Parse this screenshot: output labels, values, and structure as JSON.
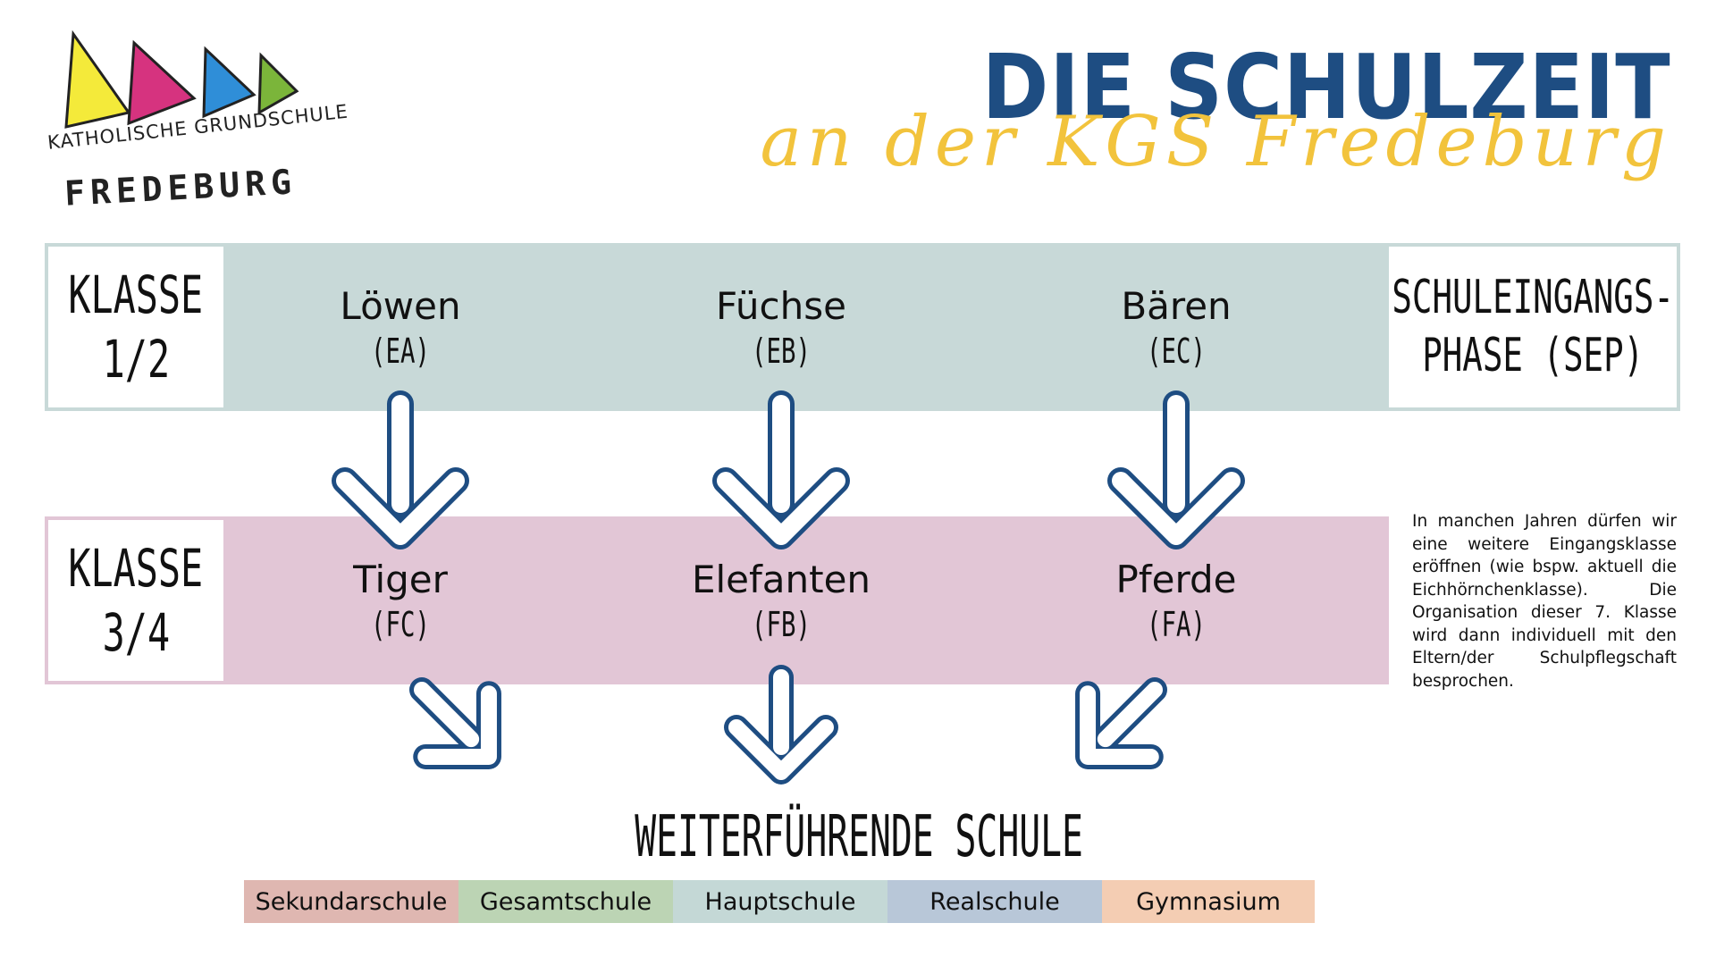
{
  "logo": {
    "line1": "KATHOLISCHE GRUNDSCHULE",
    "line2": "FREDEBURG",
    "colors": [
      "#f4ea3a",
      "#d6337f",
      "#2f8ed8",
      "#7bb53a"
    ]
  },
  "title": {
    "main": "DIE SCHULZEIT",
    "sub": "an der KGS Fredeburg"
  },
  "row1": {
    "label_line1": "KLASSE",
    "label_line2": "1/2",
    "phase_line1": "SCHULEINGANGS-",
    "phase_line2": "PHASE (SEP)",
    "classes": [
      {
        "name": "Löwen",
        "code": "(EA)"
      },
      {
        "name": "Füchse",
        "code": "(EB)"
      },
      {
        "name": "Bären",
        "code": "(EC)"
      }
    ],
    "color": "#c8d9d8"
  },
  "row2": {
    "label_line1": "KLASSE",
    "label_line2": "3/4",
    "classes": [
      {
        "name": "Tiger",
        "code": "(FC)"
      },
      {
        "name": "Elefanten",
        "code": "(FB)"
      },
      {
        "name": "Pferde",
        "code": "(FA)"
      }
    ],
    "color": "#e2c6d6"
  },
  "note": "In manchen Jahren dürfen wir eine weitere Eingangsklasse eröffnen (wie bspw. aktuell die Eichhörnchenklasse). Die Organisation dieser 7. Klasse wird dann individuell mit den Eltern/der Schulpflegschaft besprochen.",
  "secondary": {
    "title": "WEITERFÜHRENDE SCHULE",
    "schools": [
      {
        "name": "Sekundarschule",
        "color": "#dfb7b1"
      },
      {
        "name": "Gesamtschule",
        "color": "#bcd4b4"
      },
      {
        "name": "Hauptschule",
        "color": "#c4d8d6"
      },
      {
        "name": "Realschule",
        "color": "#b8c7d8"
      },
      {
        "name": "Gymnasium",
        "color": "#f4cdb3"
      }
    ]
  },
  "arrow_color": "#1e4d82"
}
